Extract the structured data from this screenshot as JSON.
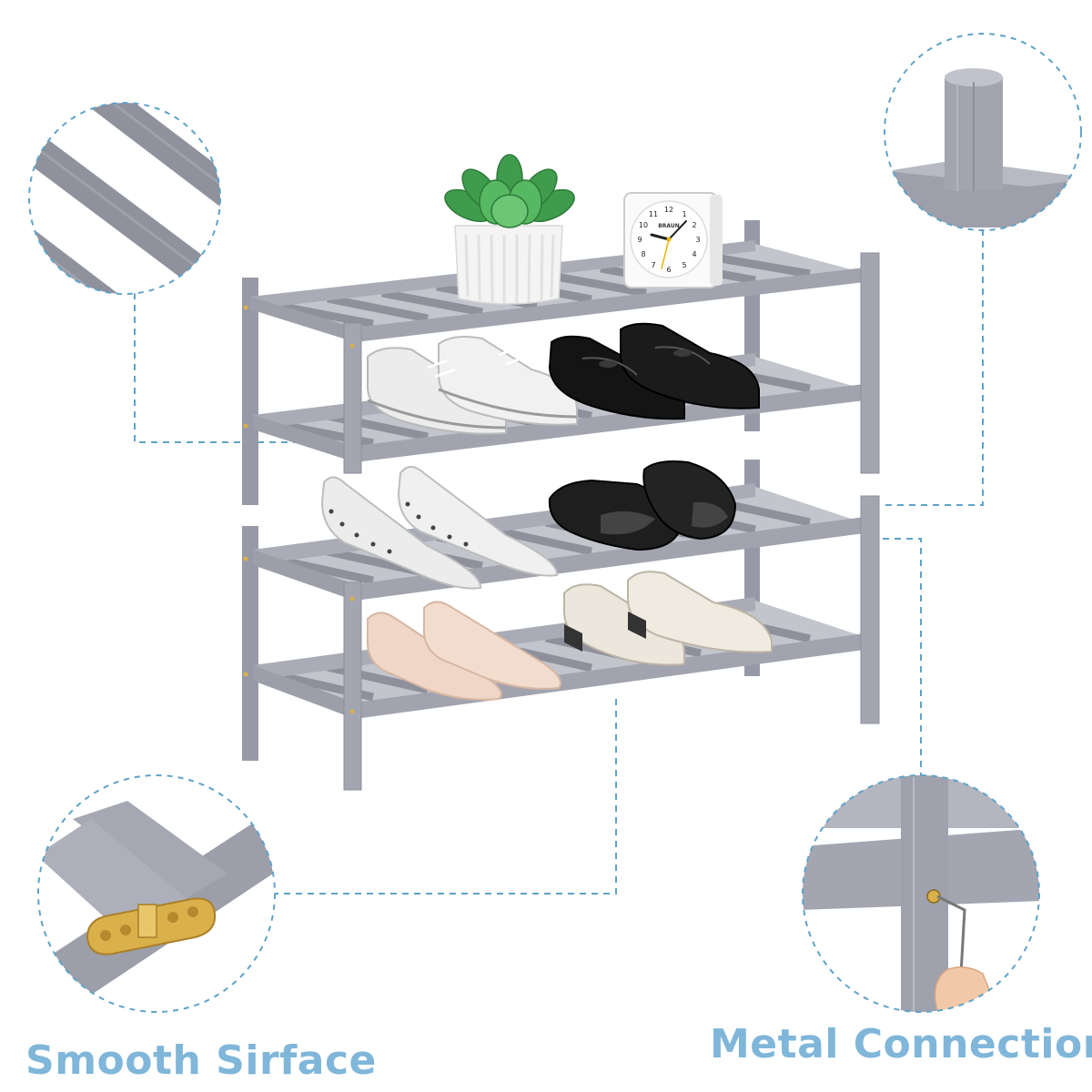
{
  "captions": {
    "left": "Smooth Sirface",
    "right": "Metal Connection"
  },
  "clock": {
    "brand": "BRAUN",
    "numbers": [
      "12",
      "1",
      "2",
      "3",
      "4",
      "5",
      "6",
      "7",
      "8",
      "9",
      "10",
      "11"
    ]
  },
  "colors": {
    "wood": "#a9abb6",
    "wood_dark": "#8d8f9b",
    "callout_line": "#5ea3c9",
    "caption": "#7fb6d9",
    "brass": "#d9b04a"
  }
}
